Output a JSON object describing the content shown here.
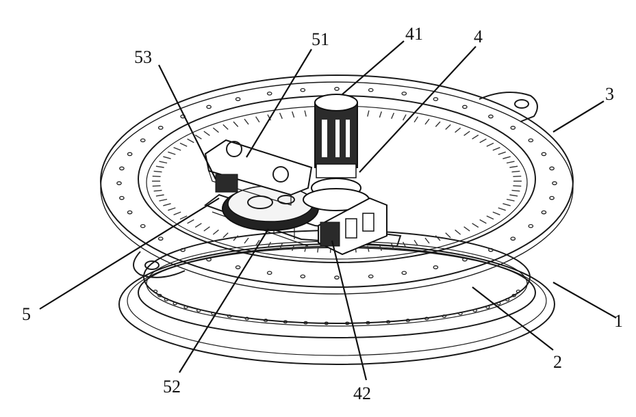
{
  "figure": {
    "labels": [
      {
        "id": "lbl-51",
        "text": "51"
      },
      {
        "id": "lbl-41",
        "text": "41"
      },
      {
        "id": "lbl-4",
        "text": "4"
      },
      {
        "id": "lbl-53",
        "text": "53"
      },
      {
        "id": "lbl-3",
        "text": "3"
      },
      {
        "id": "lbl-5",
        "text": "5"
      },
      {
        "id": "lbl-1",
        "text": "1"
      },
      {
        "id": "lbl-2",
        "text": "2"
      },
      {
        "id": "lbl-52",
        "text": "52"
      },
      {
        "id": "lbl-42",
        "text": "42"
      }
    ]
  }
}
